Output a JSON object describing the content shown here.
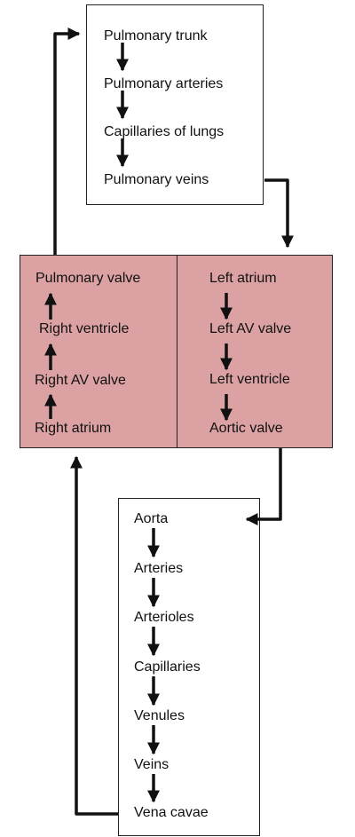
{
  "colors": {
    "heart_fill": "#dca2a3",
    "line": "#111111"
  },
  "pulmonary_box": {
    "items": [
      "Pulmonary trunk",
      "Pulmonary arteries",
      "Capillaries of lungs",
      "Pulmonary veins"
    ]
  },
  "heart": {
    "right_side": [
      "Pulmonary valve",
      "Right ventricle",
      "Right AV valve",
      "Right atrium"
    ],
    "left_side": [
      "Left atrium",
      "Left AV valve",
      "Left ventricle",
      "Aortic valve"
    ]
  },
  "systemic_box": {
    "items": [
      "Aorta",
      "Arteries",
      "Arterioles",
      "Capillaries",
      "Venules",
      "Veins",
      "Vena cavae"
    ]
  }
}
